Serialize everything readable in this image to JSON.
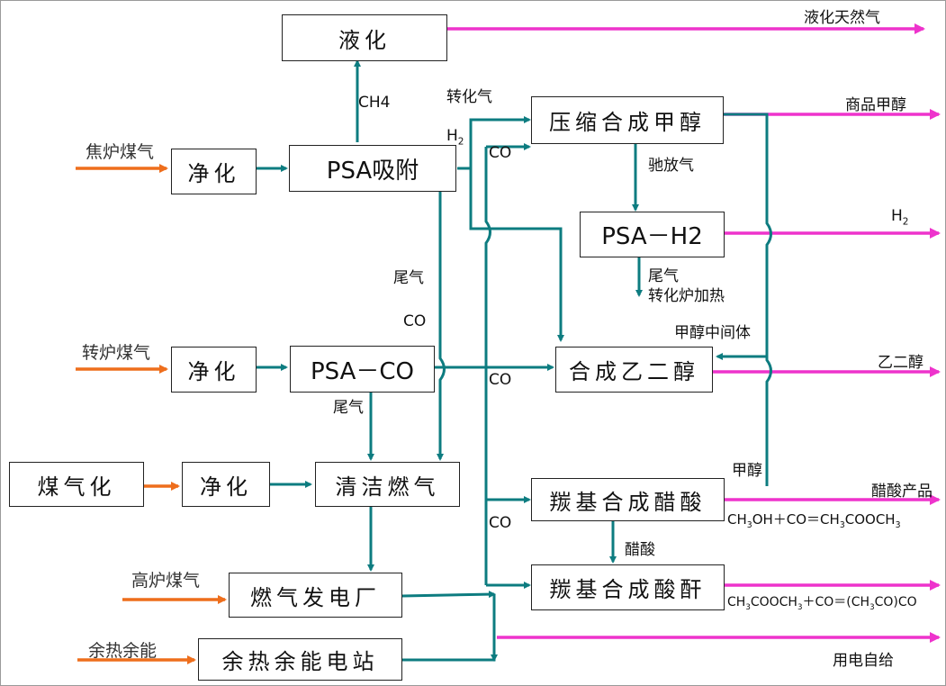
{
  "colors": {
    "teal": "#0d7c80",
    "magenta": "#ee33cc",
    "orange": "#ee6e1c"
  },
  "nodes": {
    "liquefy": "液化",
    "purify1": "净化",
    "psa_ads": "PSA吸附",
    "compress_methanol": "压缩合成甲醇",
    "psa_h2": "PSA－H2",
    "purify2": "净化",
    "psa_co": "PSA－CO",
    "ethylene_glycol": "合成乙二醇",
    "coal_gasification": "煤气化",
    "purify3": "净化",
    "clean_gas": "清洁燃气",
    "carbonyl_acetic": "羰基合成醋酸",
    "carbonyl_anhydride": "羰基合成酸酐",
    "power_plant": "燃气发电厂",
    "waste_heat_station": "余热余能电站"
  },
  "sources": {
    "coke_oven_gas": "焦炉煤气",
    "converter_gas": "转炉煤气",
    "blast_furnace_gas": "高炉煤气",
    "waste_heat": "余热余能"
  },
  "products": {
    "lng": "液化天然气",
    "commercial_methanol": "商品甲醇",
    "h2": "H",
    "h2_sub": "2",
    "ethylene_glycol": "乙二醇",
    "acetic_acid": "醋酸产品",
    "self_power": "用电自给"
  },
  "labels": {
    "ch4": "CH4",
    "reformed_gas": "转化气",
    "h2": "H",
    "h2_sub": "2",
    "co_top": "CO",
    "purge_gas": "驰放气",
    "tail_gas_h2": "尾气",
    "reformer_heat": "转化炉加热",
    "tail_gas_left": "尾气",
    "co_left": "CO",
    "methanol_intermediate": "甲醇中间体",
    "co_mid": "CO",
    "tail_gas_co": "尾气",
    "methanol": "甲醇",
    "co_bottom": "CO",
    "acetic": "醋酸"
  },
  "equations": {
    "eq1": {
      "a": "CH",
      "a_sub": "3",
      "b": "OH＋CO＝CH",
      "b_sub": "3",
      "c": "COOCH",
      "c_sub": "3"
    },
    "eq2": {
      "a": "CH",
      "a_sub": "3",
      "b": "COOCH",
      "b_sub": "3",
      "c": "＋CO＝(CH",
      "c_sub": "3",
      "d": "CO)CO"
    }
  }
}
